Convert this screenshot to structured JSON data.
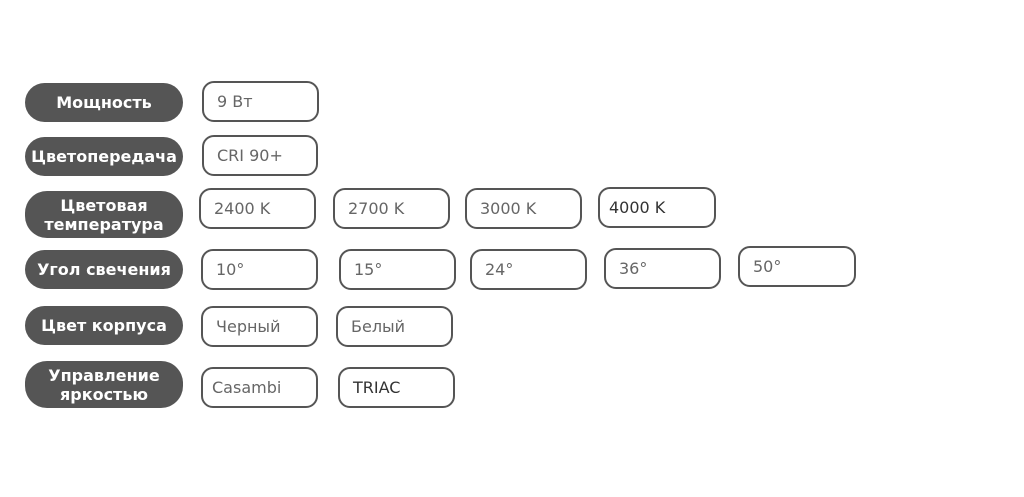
{
  "rows": [
    {
      "label": "Мощность",
      "options": [
        "9 Вт"
      ]
    },
    {
      "label": "Цветопередача",
      "options": [
        "CRI 90+"
      ]
    },
    {
      "label_lines": [
        "Цветовая",
        "температура"
      ],
      "options": [
        "2400 K",
        "2700 K",
        "3000 K",
        "4000 K"
      ]
    },
    {
      "label": "Угол свечения",
      "options": [
        "10°",
        "15°",
        "24°",
        "36°",
        "50°"
      ]
    },
    {
      "label": "Цвет корпуса",
      "options": [
        "Черный",
        "Белый"
      ]
    },
    {
      "label_lines": [
        "Управление",
        "яркостью"
      ],
      "options": [
        "Casambi",
        "TRIAC"
      ]
    }
  ],
  "colors": {
    "label_bg": "#555555",
    "label_text": "#ffffff",
    "option_border": "#555555",
    "option_text": "#666666"
  }
}
